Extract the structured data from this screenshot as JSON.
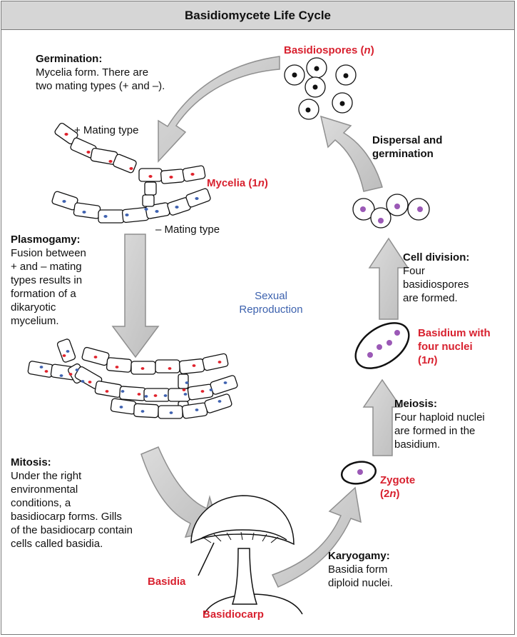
{
  "title": "Basidiomycete Life Cycle",
  "center_label": {
    "line1": "Sexual",
    "line2": "Reproduction"
  },
  "stages": {
    "germination": {
      "heading": "Germination:",
      "lines": [
        "Mycelia form. There are",
        "two mating types (+ and –)."
      ]
    },
    "plasmogamy": {
      "heading": "Plasmogamy:",
      "lines": [
        "Fusion between",
        "+ and – mating",
        "types results in",
        "formation of a",
        "dikaryotic",
        "mycelium."
      ]
    },
    "mitosis": {
      "heading": "Mitosis:",
      "lines": [
        "Under the right",
        "environmental",
        "conditions, a",
        "basidiocarp forms. Gills",
        "of the basidiocarp contain",
        "cells called basidia."
      ]
    },
    "karyogamy": {
      "heading": "Karyogamy:",
      "lines": [
        "Basidia form",
        "diploid nuclei."
      ]
    },
    "meiosis": {
      "heading": "Meiosis:",
      "lines": [
        "Four haploid nuclei",
        "are formed in the",
        "basidium."
      ]
    },
    "cell_division": {
      "heading": "Cell division:",
      "lines": [
        "Four",
        "basidiospores",
        "are formed."
      ]
    },
    "dispersal": {
      "heading_lines": [
        "Dispersal and",
        "germination"
      ]
    }
  },
  "labels": {
    "plus_mating": "+ Mating type",
    "minus_mating": "– Mating type",
    "mycelia": {
      "prefix": "Mycelia (1",
      "ital": "n",
      "suffix": ")"
    },
    "basidiospores": {
      "prefix": "Basidiospores (",
      "ital": "n",
      "suffix": ")"
    },
    "basidium": {
      "line1": "Basidium with",
      "line2": "four nuclei",
      "line3_prefix": "(1",
      "line3_ital": "n",
      "line3_suffix": ")"
    },
    "zygote": {
      "line1": "Zygote",
      "line2_prefix": "(2",
      "line2_ital": "n",
      "line2_suffix": ")"
    },
    "basidia": "Basidia",
    "basidiocarp": "Basidiocarp"
  },
  "colors": {
    "red_nucleus": "#e0222c",
    "blue_nucleus": "#3f62b0",
    "purple_nucleus": "#9b59b6",
    "arrow_fill": "#cfcfcf",
    "arrow_stroke": "#8f8f8f",
    "red_text": "#d8212f",
    "blue_text": "#3d62ae",
    "title_bar": "#d6d6d6"
  }
}
